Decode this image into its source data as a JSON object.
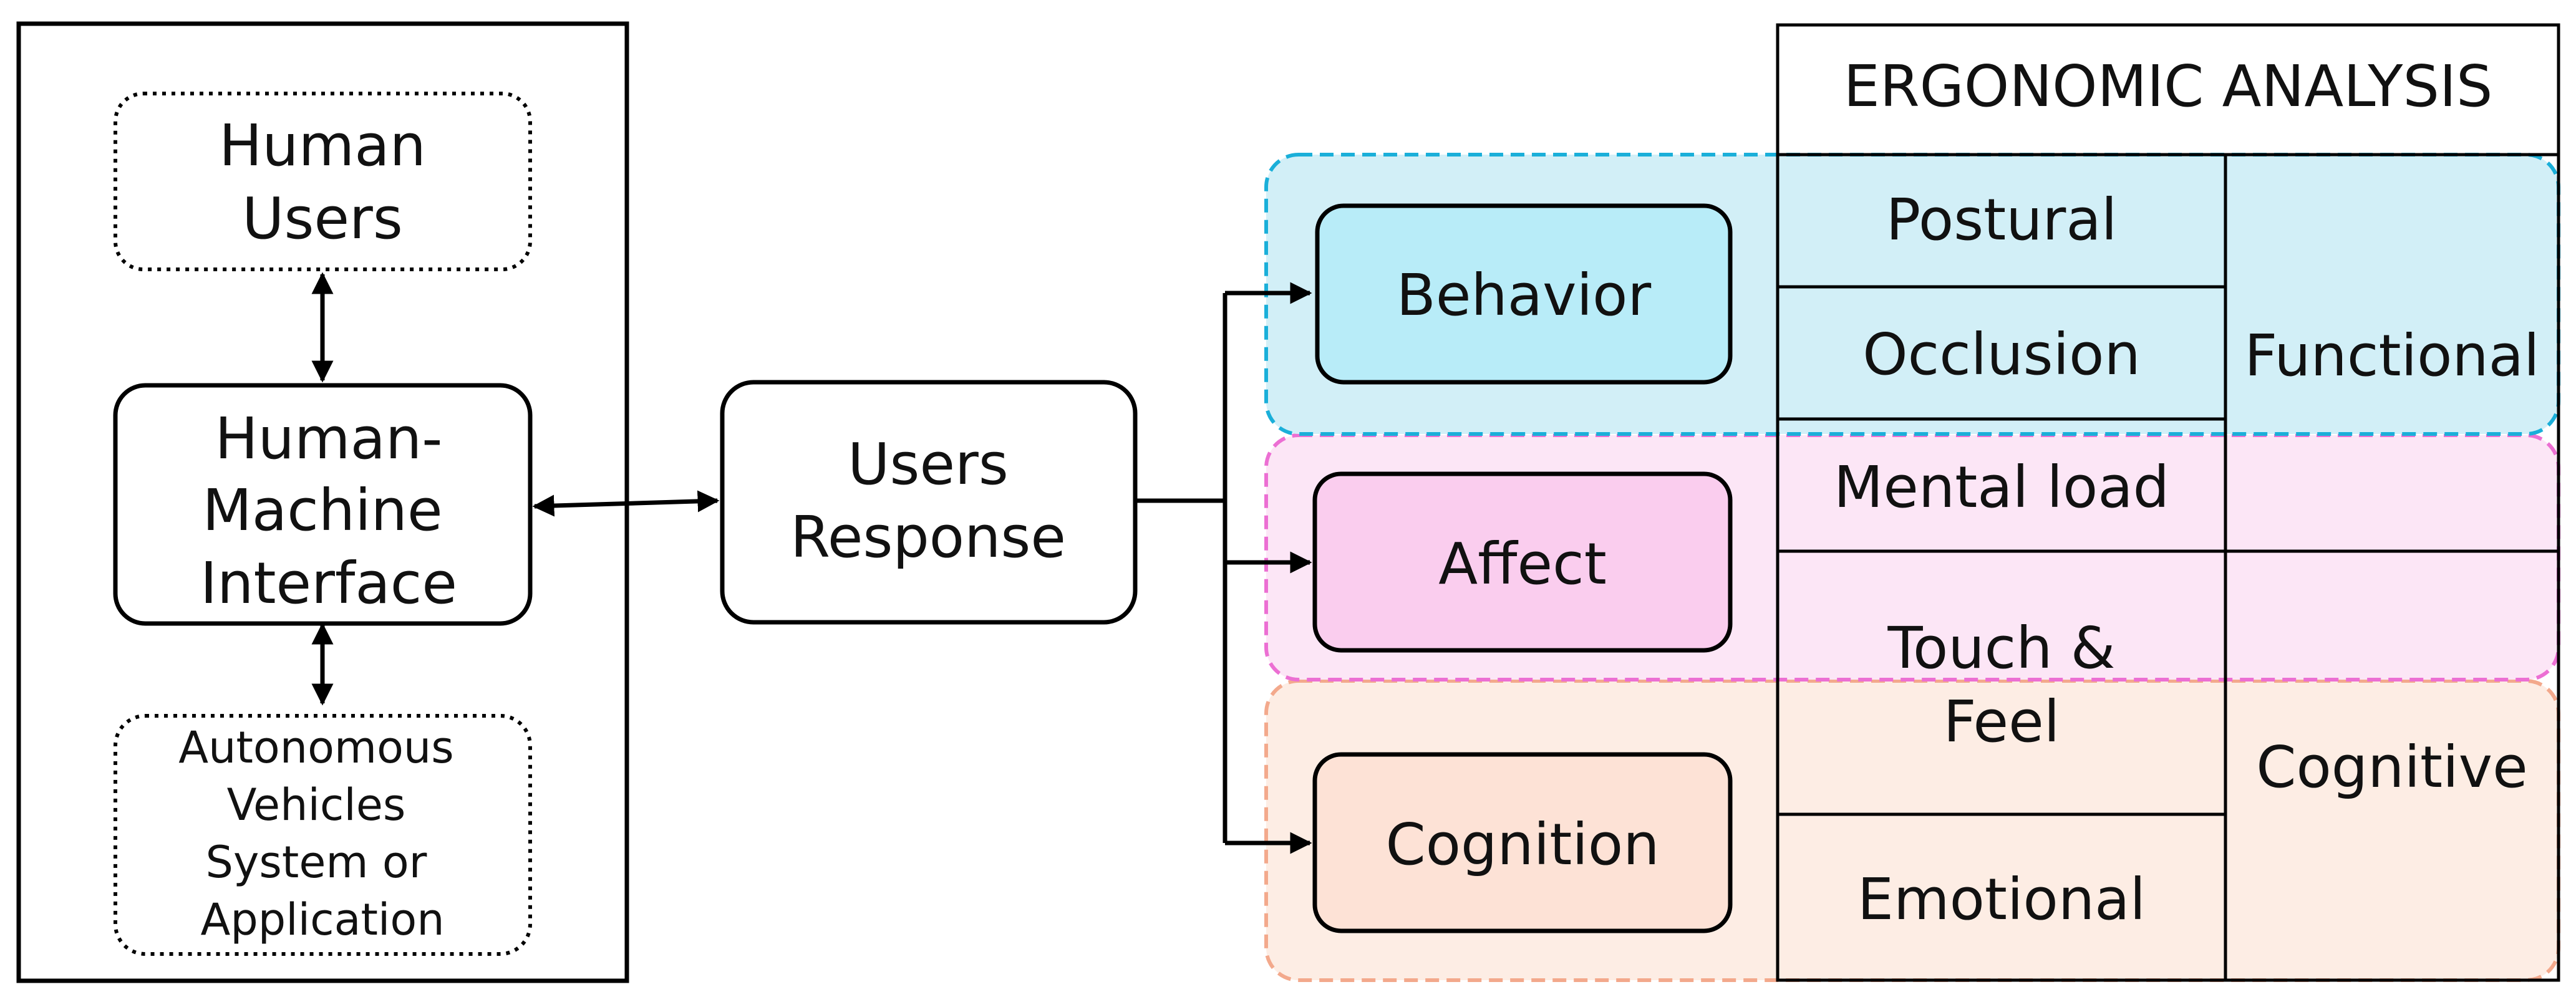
{
  "left_panel": {
    "human_users": [
      "Human",
      "Users"
    ],
    "hmi": [
      "Human-",
      "Machine",
      "Interface"
    ],
    "av_system": [
      "Autonomous",
      "Vehicles",
      "System or",
      "Application"
    ]
  },
  "users_response": [
    "Users",
    "Response"
  ],
  "responses": {
    "behavior": "Behavior",
    "affect": "Affect",
    "cognition": "Cognition"
  },
  "ergonomic_analysis": {
    "header": "ERGONOMIC ANALYSIS",
    "items": {
      "postural": "Postural",
      "occlusion": "Occlusion",
      "mental_load": "Mental load",
      "touch_feel": [
        "Touch &",
        "Feel"
      ],
      "emotional": "Emotional"
    },
    "categories": {
      "functional": "Functional",
      "cognitive": "Cognitive"
    }
  },
  "colors": {
    "behavior_fill": "#b8ecf8",
    "behavior_zone": "#d2eff7",
    "behavior_border": "#1aafd9",
    "affect_fill": "#facdee",
    "affect_zone": "#fce6f6",
    "affect_border": "#ec6fd3",
    "cognition_fill": "#fde2d6",
    "cognition_zone": "#fdede4",
    "cognition_border": "#f3a98c",
    "line": "#000000"
  }
}
